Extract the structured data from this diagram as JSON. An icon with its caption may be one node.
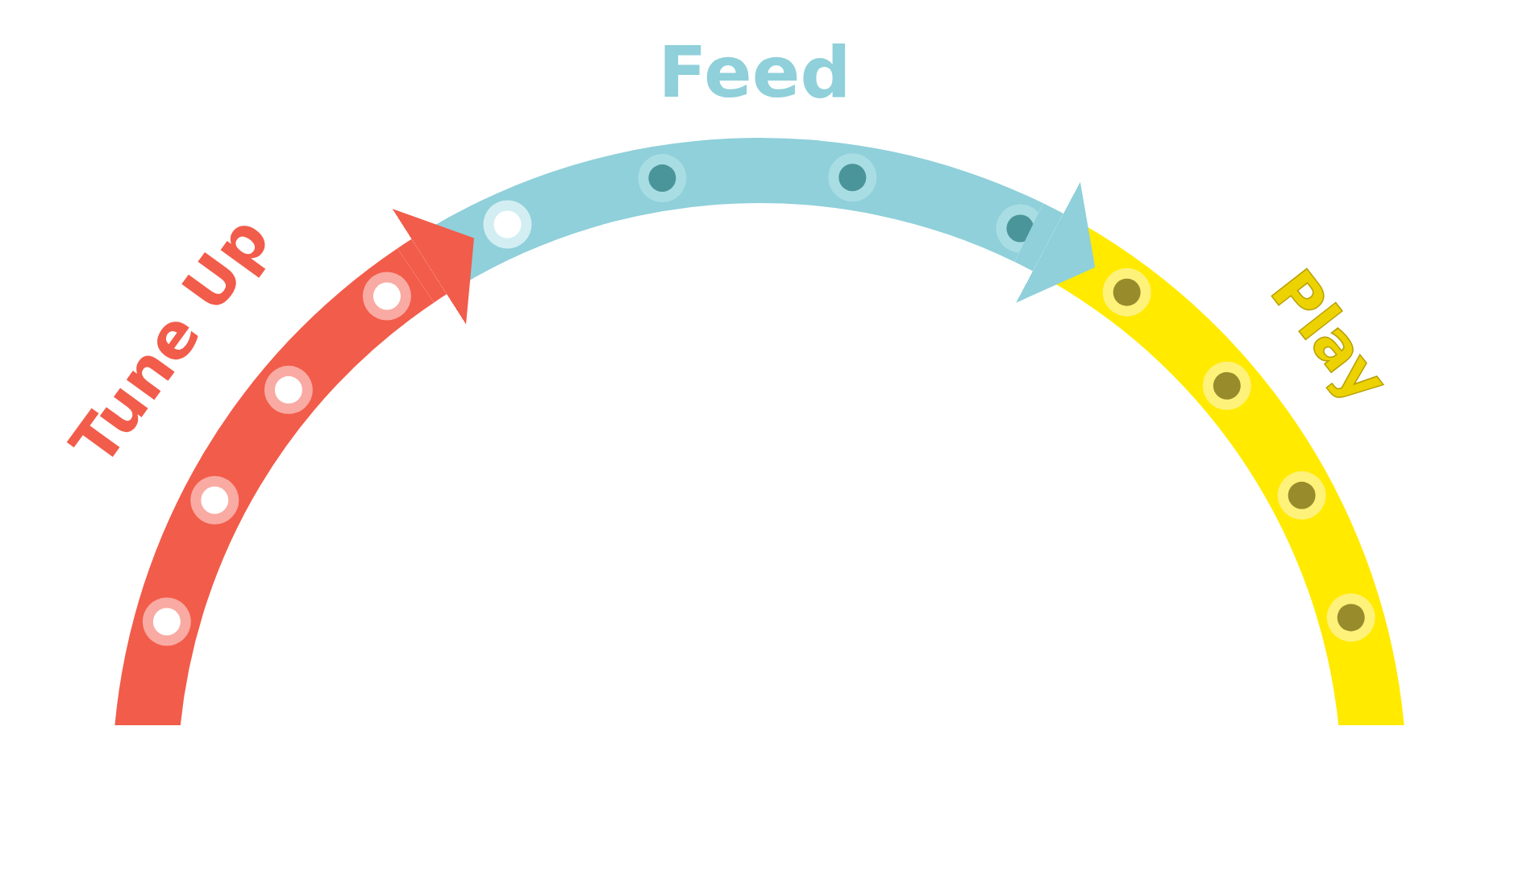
{
  "diagram": {
    "nodes": [
      {
        "text": [
          "Tune Up"
        ]
      },
      {
        "text": [
          "Feed"
        ]
      },
      {
        "text": [
          "Play"
        ]
      }
    ],
    "edges": [
      {
        "from": 0,
        "to": 1,
        "arrow": "to",
        "color": "#f25c4a"
      },
      {
        "from": 1,
        "to": 2,
        "arrow": "to",
        "color": "#8fd0da"
      }
    ]
  }
}
